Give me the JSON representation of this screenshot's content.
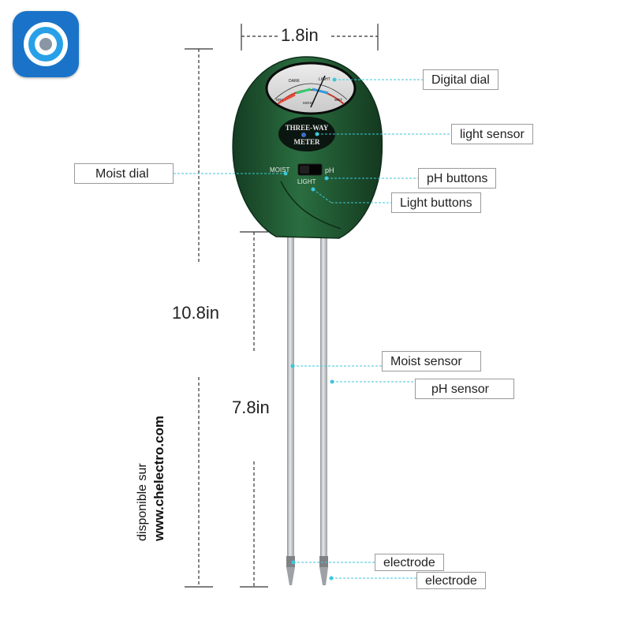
{
  "dimensions": {
    "width_label": "1.8in",
    "total_length_label": "10.8in",
    "probe_length_label": "7.8in"
  },
  "meter": {
    "brand_line1": "THREE-WAY",
    "brand_line2": "METER",
    "switch_moist": "MOIST",
    "switch_ph": "pH",
    "switch_light": "LIGHT",
    "dial_dark": "DARK",
    "dial_light": "LIGHT",
    "dial_dry": "DRY",
    "dial_moist": "MOIST",
    "dial_wet": "WET",
    "body_color": "#1f5a33",
    "face_color": "#0c1a14"
  },
  "callouts": {
    "digital_dial": "Digital dial",
    "light_sensor": "light sensor",
    "moist_dial": "Moist dial",
    "ph_buttons": "pH buttons",
    "light_buttons": "Light buttons",
    "moist_sensor": "Moist sensor",
    "ph_sensor": "pH sensor",
    "electrode_1": "electrode",
    "electrode_2": "electrode"
  },
  "watermark": {
    "line1": "disponible sur",
    "line2": "www.chelectro.com"
  },
  "logo": {
    "icon": "concentric-rings-logo-icon",
    "color": "#1a73c9"
  },
  "colors": {
    "leader_line": "#3ec6d8",
    "dimension_line": "#333333",
    "probe_metal": "#b9bcc0"
  }
}
